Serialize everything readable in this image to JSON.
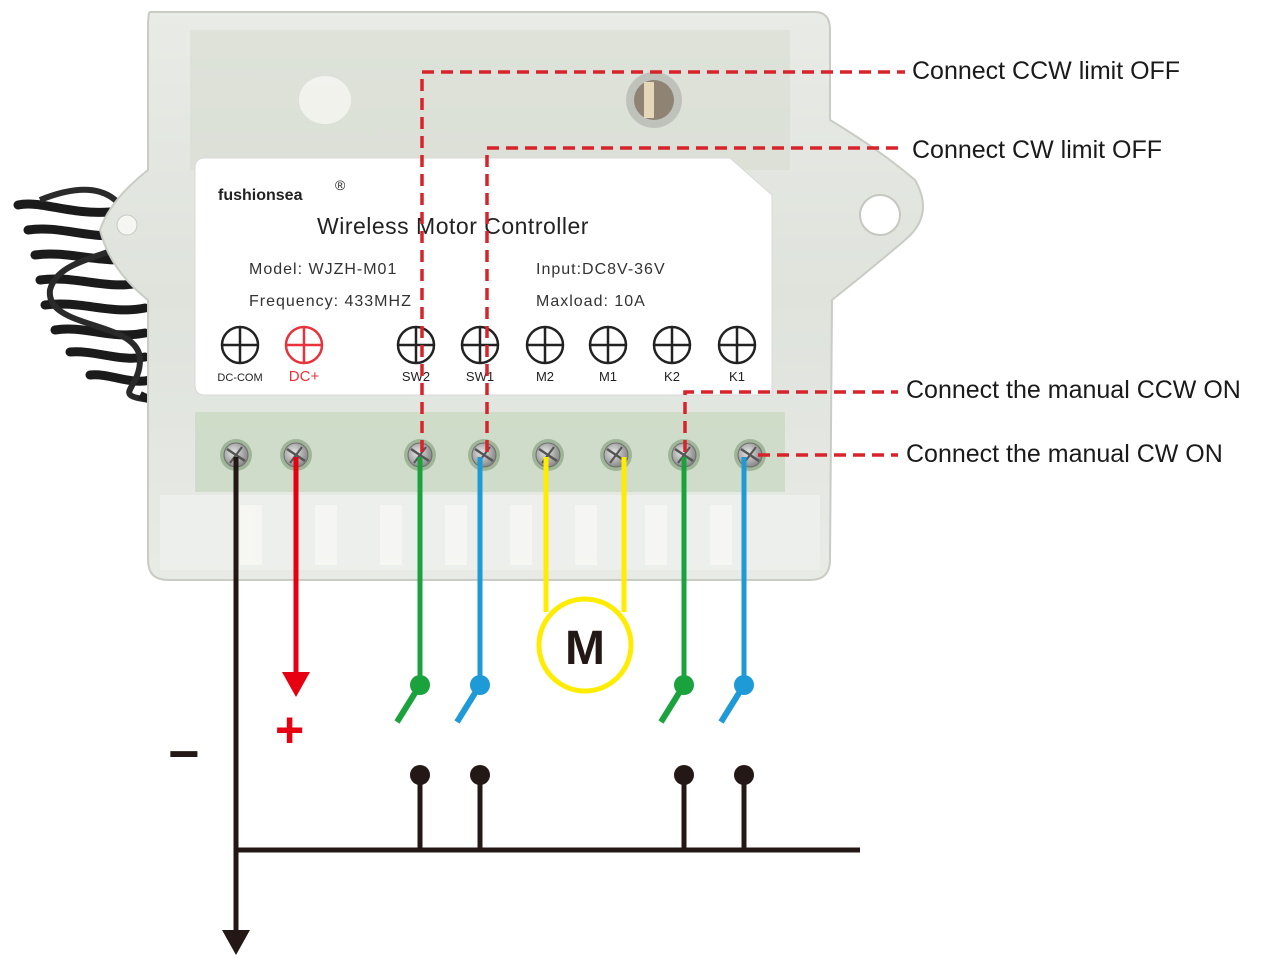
{
  "label": {
    "brand": "fushionsea",
    "registered": "®",
    "title": "Wireless Motor Controller",
    "model": "Model: WJZH-M01",
    "frequency": "Frequency: 433MHZ",
    "input": "Input:DC8V-36V",
    "maxload": "Maxload: 10A"
  },
  "terminals": [
    {
      "label": "DC-COM",
      "color": "#222222"
    },
    {
      "label": "DC+",
      "color": "#e8323c"
    },
    {
      "label": "SW2",
      "color": "#222222"
    },
    {
      "label": "SW1",
      "color": "#222222"
    },
    {
      "label": "M2",
      "color": "#222222"
    },
    {
      "label": "M1",
      "color": "#222222"
    },
    {
      "label": "K2",
      "color": "#222222"
    },
    {
      "label": "K1",
      "color": "#222222"
    }
  ],
  "callouts": {
    "ccw_limit": "Connect  CCW limit OFF",
    "cw_limit": "Connect CW limit OFF",
    "manual_ccw": "Connect the manual CCW ON",
    "manual_cw": "Connect the manual CW ON"
  },
  "motor_label": "M",
  "minus_sign": "−",
  "plus_sign": "+",
  "colors": {
    "callout": "#d8232a",
    "ground": "#231815",
    "positive": "#e60012",
    "green_wire": "#1aa23c",
    "blue_wire": "#1e9ad6",
    "motor": "#ffec00"
  }
}
